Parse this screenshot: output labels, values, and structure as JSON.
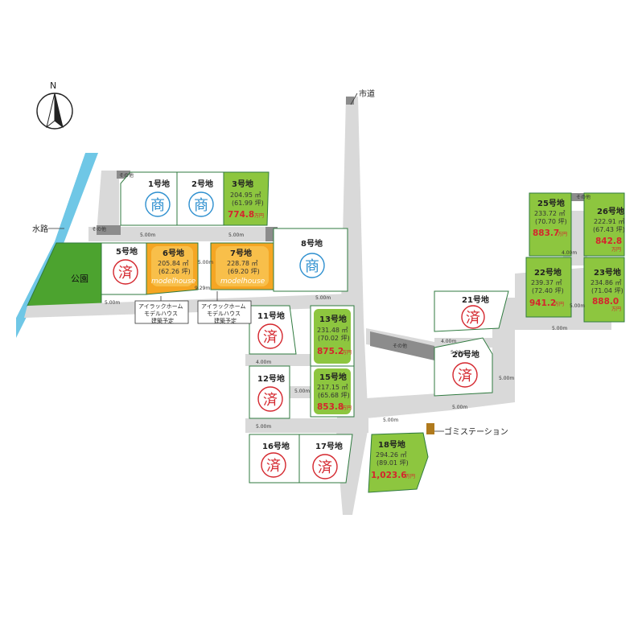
{
  "compass": {
    "label": "N"
  },
  "place_labels": {
    "city_road": "市道",
    "waterway": "水路",
    "park": "公園",
    "garbage_station": "ゴミステーション",
    "other_1": "その他",
    "other_2": "その他",
    "other_3": "その他",
    "other_4": "その他"
  },
  "dimensions": {
    "d1": "5.00m",
    "d2": "5.00m",
    "d3": "5.00m",
    "d4": "5.00m",
    "d5": "9.29m",
    "d6": "5.00m",
    "d7": "4.00m",
    "d8": "5.00m",
    "d9": "5.00m",
    "d10": "5.00m",
    "d11": "4.00m",
    "d12": "5.00m",
    "d13": "5.00m",
    "d14": "5.00m",
    "d15": "4.00m",
    "d16": "5.00m",
    "d17": "5.00m"
  },
  "model_house_label": "modelhouse",
  "callouts": {
    "lot6": [
      "アイラックホーム",
      "モデルハウス",
      "建築予定"
    ],
    "lot7": [
      "アイラックホーム",
      "モデルハウス",
      "建築予定"
    ]
  },
  "lots": {
    "lot1": {
      "name": "1号地",
      "badge": "商"
    },
    "lot2": {
      "name": "2号地",
      "badge": "商"
    },
    "lot3": {
      "name": "3号地",
      "area": "204.95 ㎡",
      "tsubo": "(61.99 坪)",
      "price": "774.8",
      "unit": "万円"
    },
    "lot5": {
      "name": "5号地",
      "badge": "済"
    },
    "lot6": {
      "name": "6号地",
      "area": "205.84 ㎡",
      "tsubo": "(62.26 坪)"
    },
    "lot7": {
      "name": "7号地",
      "area": "228.78 ㎡",
      "tsubo": "(69.20 坪)"
    },
    "lot8": {
      "name": "8号地",
      "badge": "商"
    },
    "lot11": {
      "name": "11号地",
      "badge": "済"
    },
    "lot12": {
      "name": "12号地",
      "badge": "済"
    },
    "lot13": {
      "name": "13号地",
      "area": "231.48 ㎡",
      "tsubo": "(70.02 坪)",
      "price": "875.2",
      "unit": "万円"
    },
    "lot15": {
      "name": "15号地",
      "area": "217.15 ㎡",
      "tsubo": "(65.68 坪)",
      "price": "853.8",
      "unit": "万円"
    },
    "lot16": {
      "name": "16号地",
      "badge": "済"
    },
    "lot17": {
      "name": "17号地",
      "badge": "済"
    },
    "lot18": {
      "name": "18号地",
      "area": "294.26 ㎡",
      "tsubo": "(89.01 坪)",
      "price": "1,023.6",
      "unit": "万円"
    },
    "lot20": {
      "name": "20号地",
      "badge": "済"
    },
    "lot21": {
      "name": "21号地",
      "badge": "済"
    },
    "lot22": {
      "name": "22号地",
      "area": "239.37 ㎡",
      "tsubo": "(72.40 坪)",
      "price": "941.2",
      "unit": "万円"
    },
    "lot23": {
      "name": "23号地",
      "area": "234.86 ㎡",
      "tsubo": "(71.04 坪)",
      "price": "888.0",
      "unit": "万円"
    },
    "lot25": {
      "name": "25号地",
      "area": "233.72 ㎡",
      "tsubo": "(70.70 坪)",
      "price": "883.7",
      "unit": "万円"
    },
    "lot26": {
      "name": "26号地",
      "area": "222.91 ㎡",
      "tsubo": "(67.43 坪)",
      "price": "842.8",
      "unit": "万円"
    }
  },
  "colors": {
    "available": "#8dc63f",
    "model_house": "#f5a623",
    "park": "#4ca32f",
    "road": "#d9d9d9",
    "sold_badge": "#d4262d",
    "commercial_badge": "#2d8fcf",
    "waterway": "#6fc7e6"
  }
}
